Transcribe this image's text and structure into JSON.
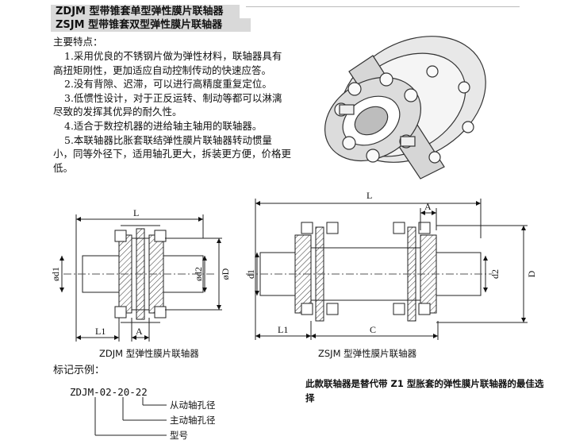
{
  "headers": {
    "zdjm": "ZDJM  型带锥套单型弹性膜片联轴器",
    "zsjm": "ZSJM  型带锥套双型弹性膜片联轴器"
  },
  "features": {
    "title": "主要特点：",
    "items": [
      "1.采用优良的不锈钢片做为弹性材料，联轴器具有高扭矩刚性，更加适应自动控制传动的快速应答。",
      "2.没有背隙、迟滞，可以进行高精度重复定位。",
      "3.低惯性设计，对于正反运转、制动等都可以淋漓尽致的发挥其优异的耐久性。",
      "4.适合于数控机器的进给轴主轴用的联轴器。",
      "5.本联轴器比胀套联结弹性膜片联轴器转动惯量小，同等外径下，适用轴孔更大，拆装更方便，价格更低。"
    ]
  },
  "drawings": {
    "zdjm": {
      "caption": "ZDJM 型弹性膜片联轴器",
      "dims": {
        "L": "L",
        "L1": "L1",
        "A": "A",
        "d1": "ød1",
        "d2": "ød2",
        "D": "øD"
      }
    },
    "zsjm": {
      "caption": "ZSJM 型弹性膜片联轴器",
      "dims": {
        "L": "L",
        "L1": "L1",
        "C": "C",
        "A": "A",
        "d1": "d1",
        "d2": "d2",
        "D": "D"
      }
    }
  },
  "example": {
    "title": "标记示例：",
    "model": "ZDJM-02-20-22",
    "labels": {
      "driven_bore": "从动轴孔径",
      "drive_bore": "主动轴孔径",
      "model": "型号"
    }
  },
  "note": "此款联轴器是替代带  Z1  型胀套的弹性膜片联轴器的最佳选择"
}
